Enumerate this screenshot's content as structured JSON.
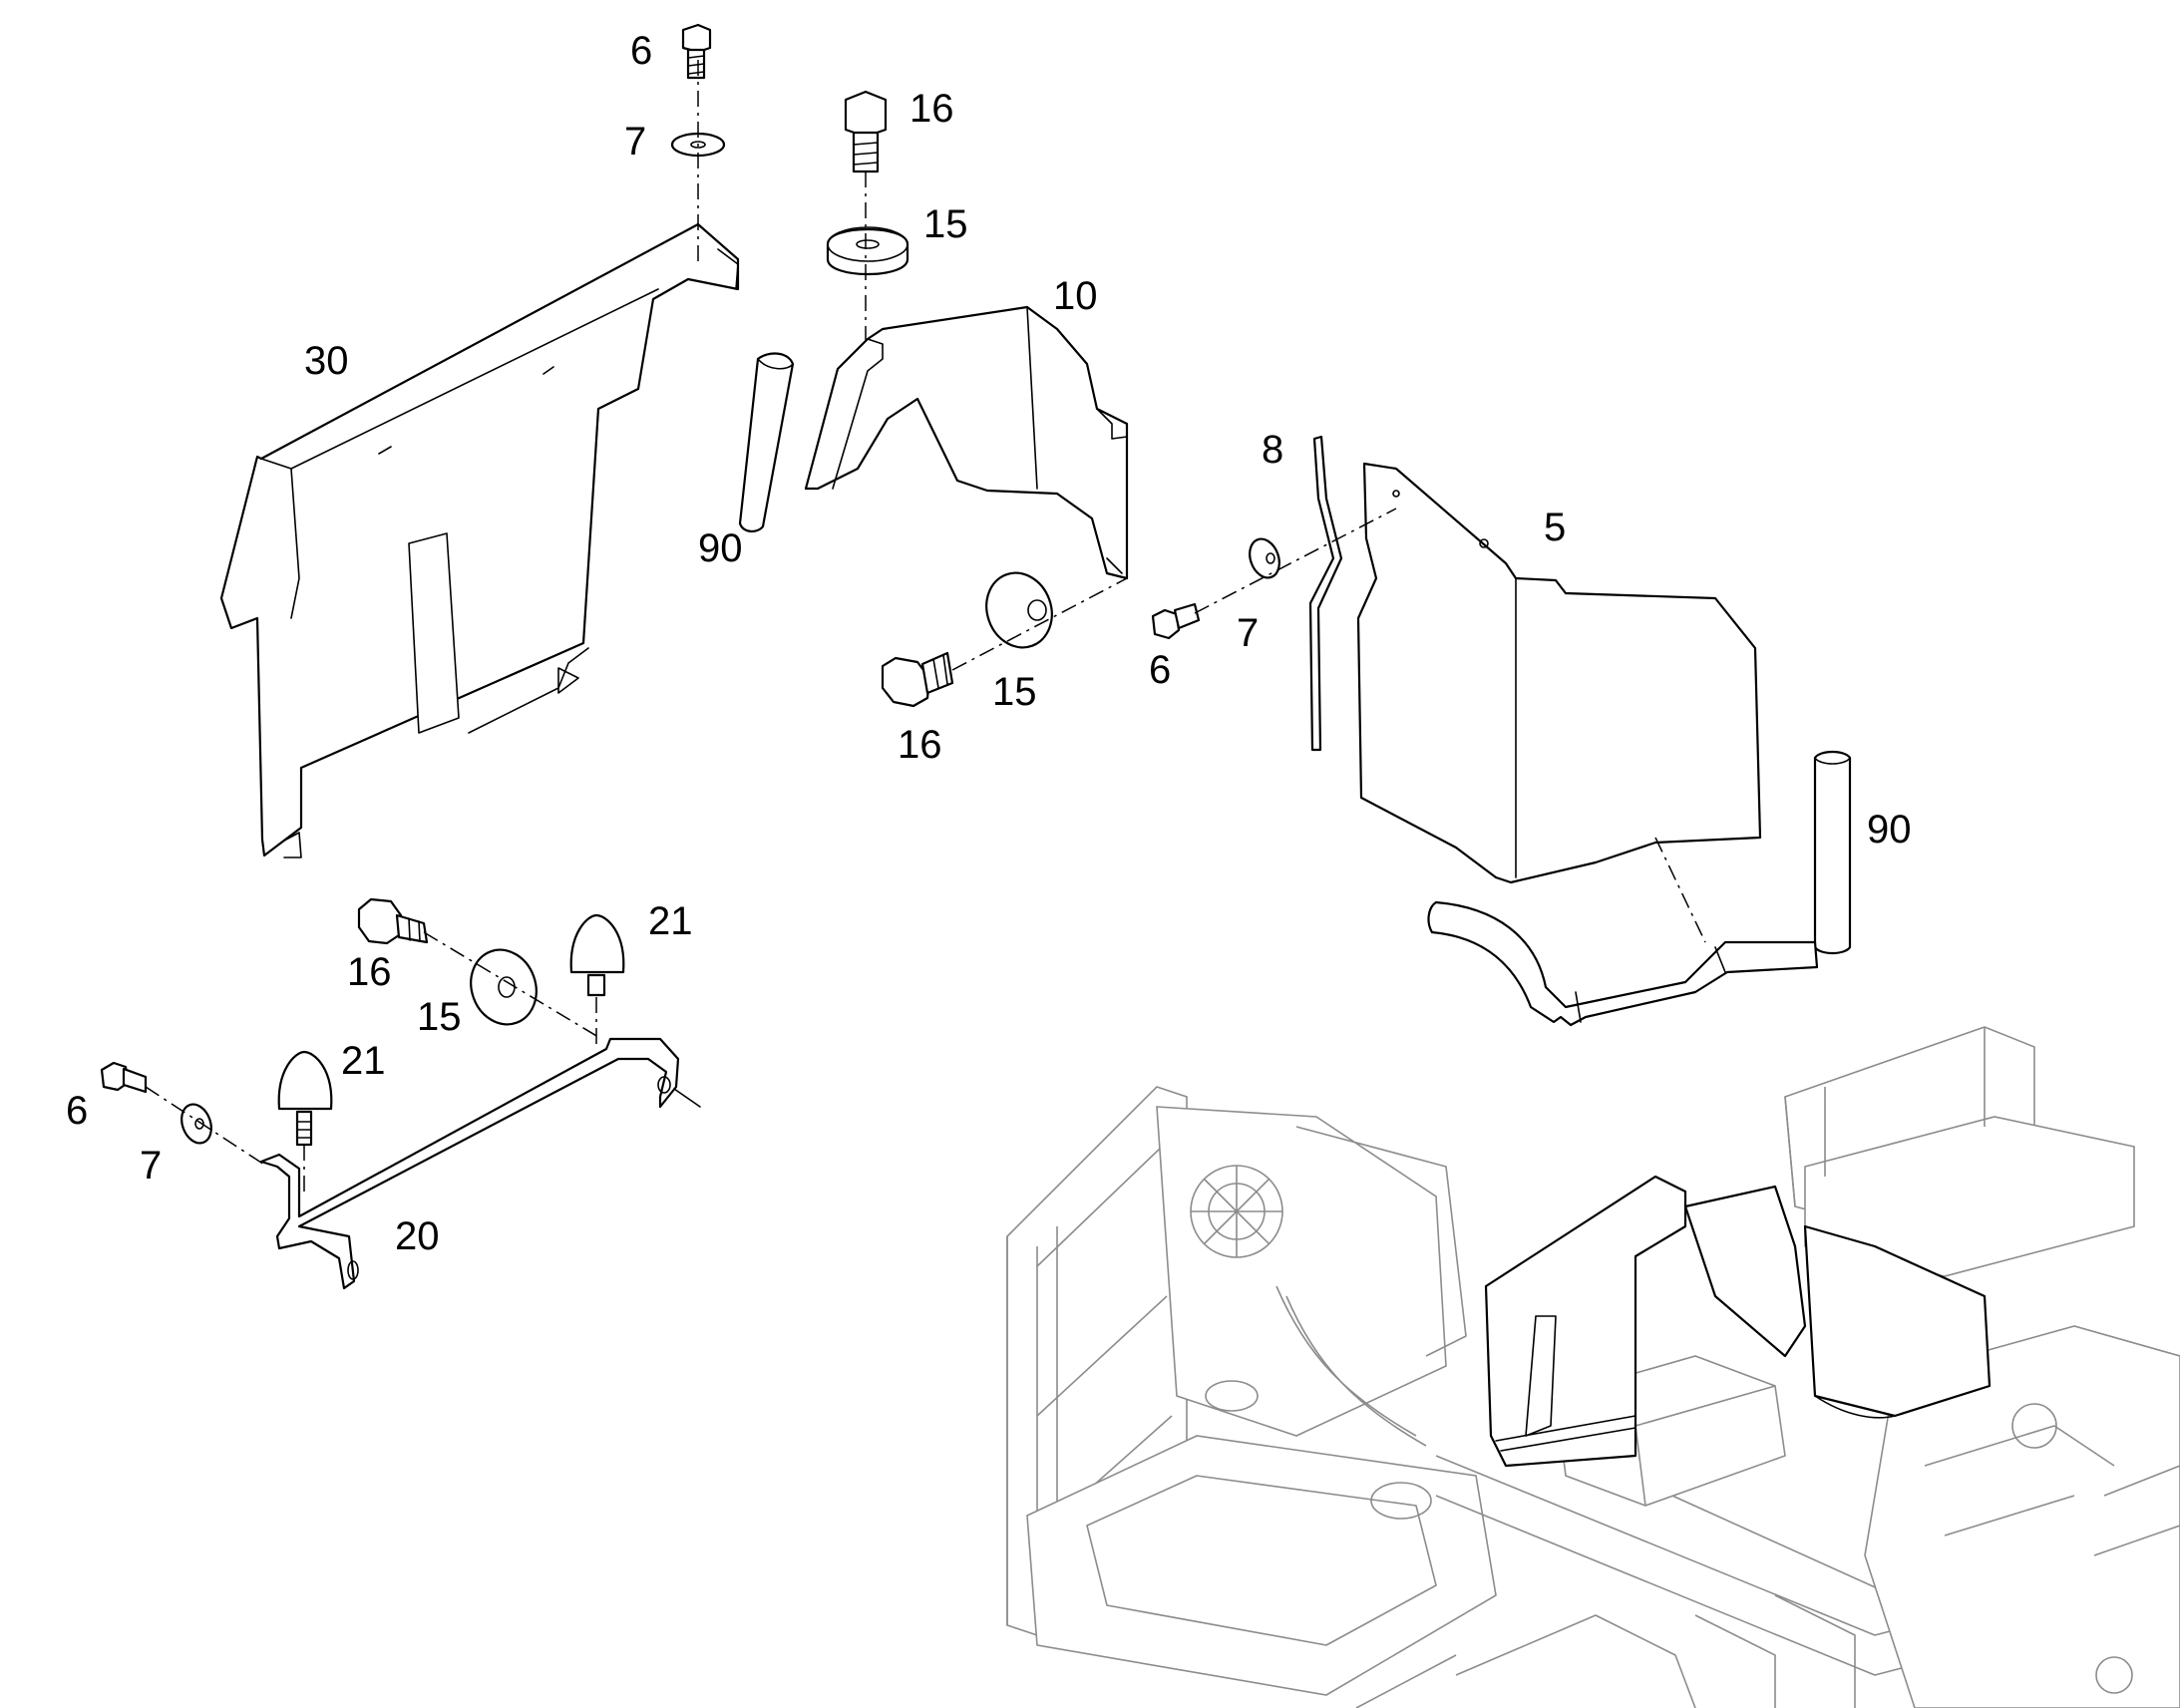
{
  "callouts": [
    {
      "id": "c-6-top",
      "text": "6"
    },
    {
      "id": "c-7-top",
      "text": "7"
    },
    {
      "id": "c-16-top",
      "text": "16"
    },
    {
      "id": "c-15-top",
      "text": "15"
    },
    {
      "id": "c-10",
      "text": "10"
    },
    {
      "id": "c-30",
      "text": "30"
    },
    {
      "id": "c-90-left",
      "text": "90"
    },
    {
      "id": "c-8",
      "text": "8"
    },
    {
      "id": "c-5",
      "text": "5"
    },
    {
      "id": "c-7-mid",
      "text": "7"
    },
    {
      "id": "c-6-mid",
      "text": "6"
    },
    {
      "id": "c-15-mid",
      "text": "15"
    },
    {
      "id": "c-16-mid",
      "text": "16"
    },
    {
      "id": "c-90-right",
      "text": "90"
    },
    {
      "id": "c-21-right",
      "text": "21"
    },
    {
      "id": "c-16-bottom",
      "text": "16"
    },
    {
      "id": "c-15-bottom",
      "text": "15"
    },
    {
      "id": "c-21-left",
      "text": "21"
    },
    {
      "id": "c-6-bottom",
      "text": "6"
    },
    {
      "id": "c-7-bottom",
      "text": "7"
    },
    {
      "id": "c-20",
      "text": "20"
    }
  ]
}
